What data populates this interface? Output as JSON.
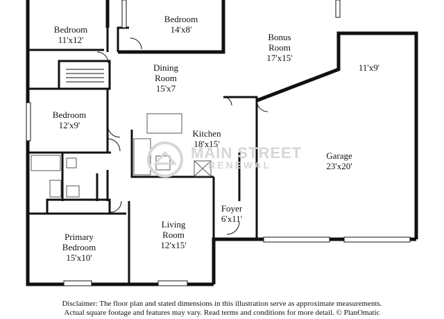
{
  "rooms": {
    "bedroom_nw": {
      "name": "Bedroom",
      "dim": "11'x12'"
    },
    "bedroom_top": {
      "name": "Bedroom",
      "dim": "14'x8'"
    },
    "bonus": {
      "name_line1": "Bonus",
      "name_line2": "Room",
      "dim": "17'x15'"
    },
    "garage_top": {
      "dim": "11'x9'"
    },
    "dining": {
      "name_line1": "Dining",
      "name_line2": "Room",
      "dim": "15'x7"
    },
    "bedroom_mid": {
      "name": "Bedroom",
      "dim": "12'x9'"
    },
    "kitchen": {
      "name": "Kitchen",
      "dim": "18'x15'"
    },
    "garage": {
      "name": "Garage",
      "dim": "23'x20'"
    },
    "foyer": {
      "name": "Foyer",
      "dim": "6'x11'"
    },
    "living": {
      "name_line1": "Living",
      "name_line2": "Room",
      "dim": "12'x15'"
    },
    "primary": {
      "name_line1": "Primary",
      "name_line2": "Bedroom",
      "dim": "15'x10'"
    }
  },
  "watermark": {
    "line1": "MAIN STREET",
    "line2": "RENEWAL"
  },
  "disclaimer": {
    "line1": "Disclaimer: The floor plan and stated dimensions in this illustration serve as approximate measurements.",
    "line2": "Actual square footage and features may vary. Read terms and conditions for more detail. © PlanOmatic"
  },
  "colors": {
    "wall": "#111111",
    "window": "#ffffff",
    "fixture": "#555555",
    "watermark": "#d6d6d6"
  }
}
